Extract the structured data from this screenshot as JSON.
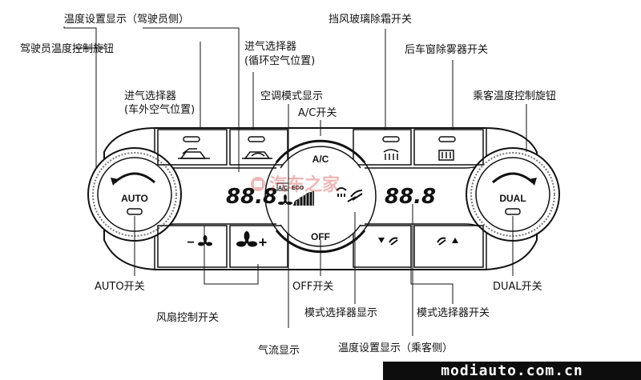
{
  "labels": {
    "driver_temp_display": "温度设置显示（驾驶员侧）",
    "driver_temp_knob": "驾驶员温度控制旋钮",
    "intake_recirc": [
      "进气选择器",
      "(循环空气位置)"
    ],
    "intake_fresh": [
      "进气选择器",
      "(车外空气位置)"
    ],
    "ac_mode_display": "空调模式显示",
    "ac_switch": "A/C开关",
    "windshield_defrost": "挡风玻璃除霜开关",
    "rear_defog": "后车窗除雾器开关",
    "passenger_temp_knob": "乘客温度控制旋钮",
    "auto_switch": "AUTO开关",
    "fan_control": "风扇控制开关",
    "off_switch": "OFF开关",
    "mode_selector_display": "模式选择器显示",
    "mode_selector_switch": "模式选择器开关",
    "dual_switch": "DUAL开关",
    "airflow_display": "气流显示",
    "passenger_temp_display": "温度设置显示（乘客侧）"
  },
  "panel": {
    "auto_button": "AUTO",
    "dual_button": "DUAL",
    "ac_button": "A/C",
    "off_button": "OFF",
    "left_temp": "88.8",
    "right_temp": "88.8",
    "ac_indicator": "A/C",
    "eco_indicator": "ECO",
    "fan_minus": "−",
    "fan_plus": "+"
  },
  "watermark": "汽车之家",
  "footer": "modiauto.com.cn"
}
